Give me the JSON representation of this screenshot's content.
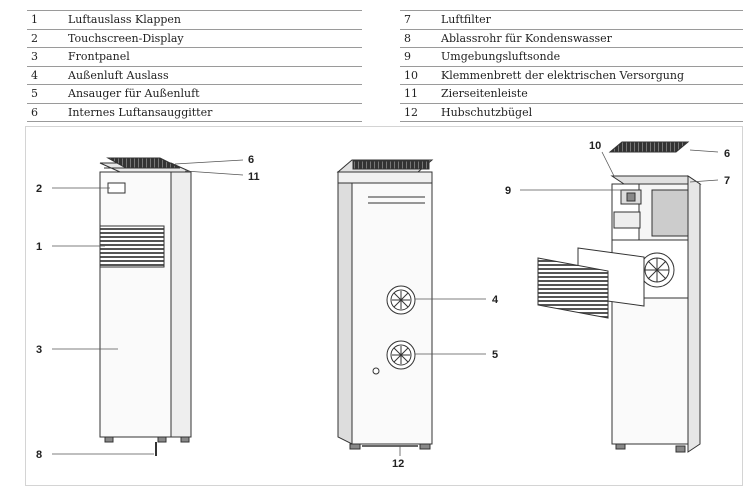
{
  "legend": {
    "left": [
      {
        "num": "1",
        "text": "Luftauslass Klappen"
      },
      {
        "num": "2",
        "text": "Touchscreen-Display"
      },
      {
        "num": "3",
        "text": "Frontpanel"
      },
      {
        "num": "4",
        "text": "Außenluft Auslass"
      },
      {
        "num": "5",
        "text": "Ansauger für Außenluft"
      },
      {
        "num": "6",
        "text": "Internes Luftansauggitter"
      }
    ],
    "right": [
      {
        "num": "7",
        "text": "Luftfilter"
      },
      {
        "num": "8",
        "text": "Ablassrohr für Kondenswasser"
      },
      {
        "num": "9",
        "text": "Umgebungsluftsonde"
      },
      {
        "num": "10",
        "text": "Klemmenbrett der elektrischen Versorgung"
      },
      {
        "num": "11",
        "text": "Zierseitenleiste"
      },
      {
        "num": "12",
        "text": "Hubschutzbügel"
      }
    ]
  },
  "callouts": {
    "c1": "1",
    "c2": "2",
    "c3": "3",
    "c4": "4",
    "c5": "5",
    "c6a": "6",
    "c6b": "6",
    "c7": "7",
    "c8": "8",
    "c9": "9",
    "c10": "10",
    "c11": "11",
    "c12": "12"
  }
}
